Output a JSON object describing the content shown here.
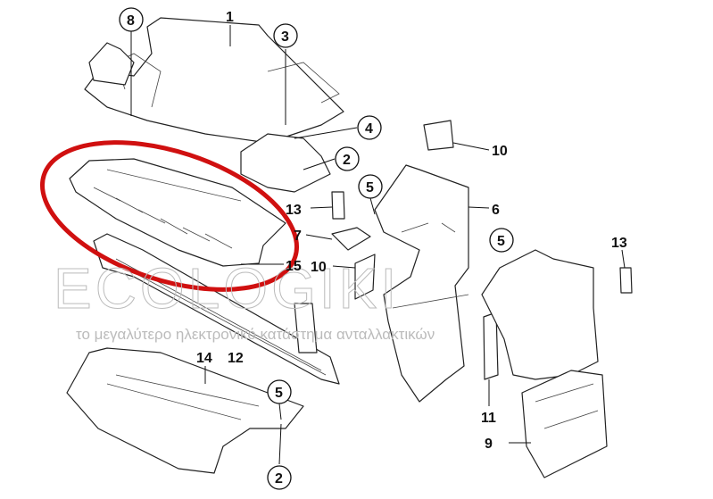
{
  "diagram": {
    "labels": {
      "l1": "1",
      "l2a": "2",
      "l2b": "2",
      "l3": "3",
      "l4": "4",
      "l5a": "5",
      "l5b": "5",
      "l5c": "5",
      "l6": "6",
      "l7": "7",
      "l8": "8",
      "l9": "9",
      "l10a": "10",
      "l10b": "10",
      "l11": "11",
      "l12": "12",
      "l13a": "13",
      "l13b": "13",
      "l14": "14",
      "l15": "15"
    },
    "highlight_color": "#d01010",
    "watermark": {
      "subtitle": "το μεγαλύτερο ηλεκτρονικό κατάστημα ανταλλακτικών"
    }
  }
}
